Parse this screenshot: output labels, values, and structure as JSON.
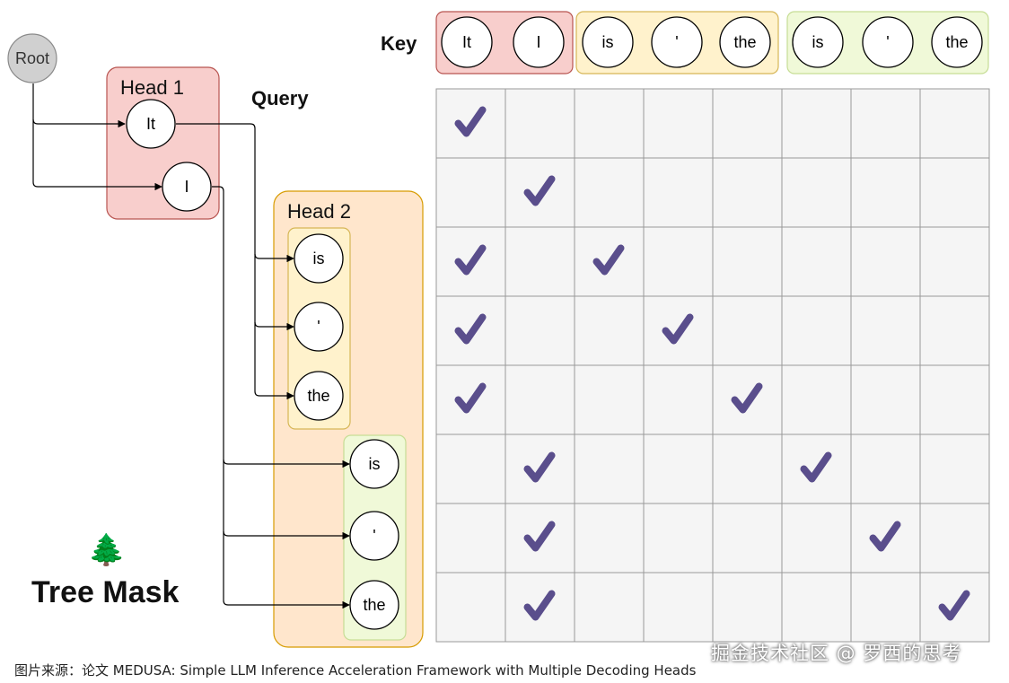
{
  "diagram": {
    "root_label": "Root",
    "head1_label": "Head 1",
    "head2_label": "Head 2",
    "query_label": "Query",
    "key_label": "Key",
    "tree_icon": "tree-emoji",
    "tree_icon_glyph": "🌲",
    "title": "Tree Mask",
    "head1_tokens": [
      "It",
      "I"
    ],
    "head2_group1_tokens": [
      "is",
      "'",
      "the"
    ],
    "head2_group2_tokens": [
      "is",
      "'",
      "the"
    ],
    "key_tokens": [
      "It",
      "I",
      "is",
      "'",
      "the",
      "is",
      "'",
      "the"
    ],
    "mask": [
      [
        1,
        0,
        0,
        0,
        0,
        0,
        0,
        0
      ],
      [
        0,
        1,
        0,
        0,
        0,
        0,
        0,
        0
      ],
      [
        1,
        0,
        1,
        0,
        0,
        0,
        0,
        0
      ],
      [
        1,
        0,
        0,
        1,
        0,
        0,
        0,
        0
      ],
      [
        1,
        0,
        0,
        0,
        1,
        0,
        0,
        0
      ],
      [
        0,
        1,
        0,
        0,
        0,
        1,
        0,
        0
      ],
      [
        0,
        1,
        0,
        0,
        0,
        0,
        1,
        0
      ],
      [
        0,
        1,
        0,
        0,
        0,
        0,
        0,
        1
      ]
    ],
    "check_icon": "checkmark-icon"
  },
  "colors": {
    "head1_fill": "#f8cecc",
    "head1_stroke": "#b85450",
    "head2_fill": "#ffe6cc",
    "head2_stroke": "#d79b00",
    "group_yellow_fill": "#fff2cc",
    "group_yellow_stroke": "#d6b656",
    "group_green_fill": "#f0f9d8",
    "group_green_stroke": "#c6dd95",
    "grid_fill": "#f5f5f5",
    "grid_stroke": "#999999",
    "check": "#5a4e8c",
    "root_fill": "#d0d0d0"
  },
  "caption": "图片来源：论文 MEDUSA: Simple LLM Inference Acceleration Framework with Multiple Decoding Heads",
  "watermark": "掘金技术社区 @ 罗西的思考"
}
